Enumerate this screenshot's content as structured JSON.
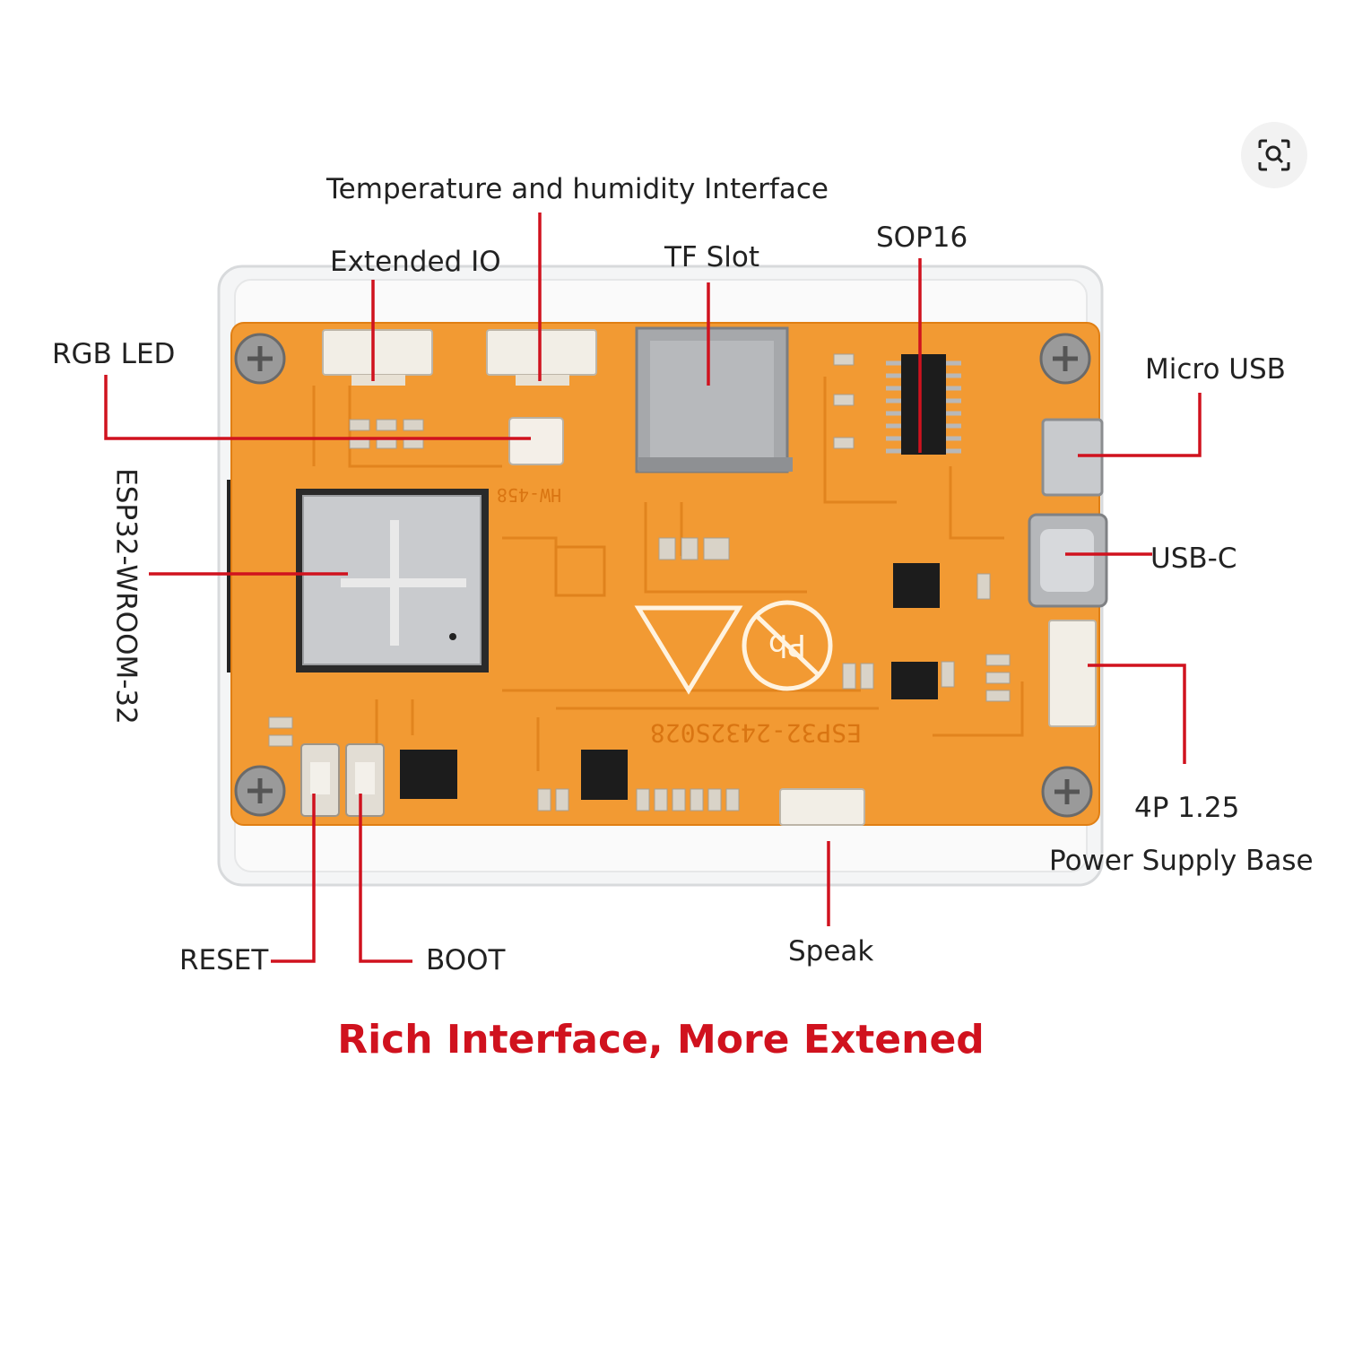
{
  "colors": {
    "pcb": "#f29a33",
    "callout_line": "#d0121e",
    "title_color": "#d0121e",
    "text": "#222222"
  },
  "icons": {
    "zoom": "zoom-search-icon"
  },
  "silkscreen": {
    "module_id": "HW-458",
    "board_name": "ESP32-2432S028",
    "pb_mark": "Pb"
  },
  "labels": {
    "temp_humidity": "Temperature and humidity Interface",
    "extended_io": "Extended IO",
    "tf_slot": "TF Slot",
    "sop16": "SOP16",
    "rgb_led": "RGB LED",
    "micro_usb": "Micro USB",
    "esp32": "ESP32-WROOM-32",
    "usb_c": "USB-C",
    "p4_125": "4P 1.25",
    "power_supply_base": "Power Supply Base",
    "reset": "RESET",
    "boot": "BOOT",
    "speak": "Speak"
  },
  "title": "Rich Interface, More Extened"
}
